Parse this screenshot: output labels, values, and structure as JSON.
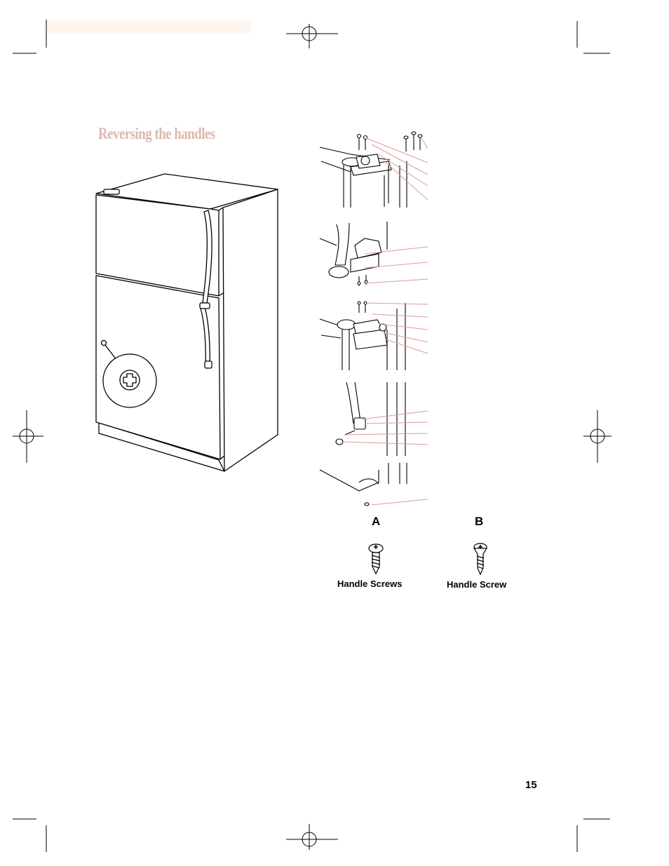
{
  "page": {
    "title": "Reversing the handles",
    "page_number": "15"
  },
  "figures": {
    "a": {
      "letter": "A",
      "caption": "Handle Screws",
      "icon": "phillips-pan-head-screw-icon"
    },
    "b": {
      "letter": "B",
      "caption": "Handle Screw",
      "icon": "phillips-flat-head-screw-icon"
    }
  },
  "colors": {
    "title": "#dcb8ae",
    "leader_lines": "#e09a9a",
    "line_art": "#000000",
    "top_tint": "#fff6ef"
  }
}
